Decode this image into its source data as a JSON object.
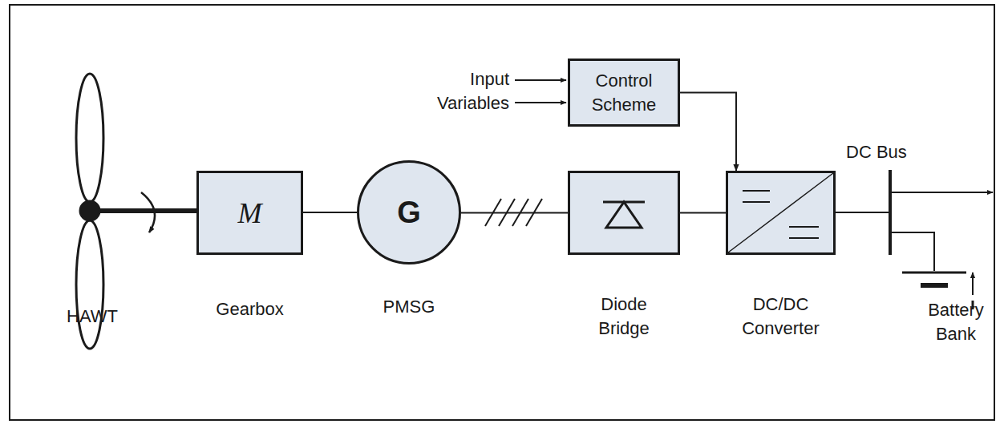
{
  "diagram": {
    "nodes": [
      {
        "text": [
          "Control Scheme"
        ]
      },
      {
        "text": [
          "M",
          "Gearbox"
        ]
      },
      {
        "text": [
          "G",
          "PMSG"
        ]
      },
      {
        "text": [
          "Diode Bridge"
        ]
      },
      {
        "text": [
          "DC/DC Converter"
        ]
      }
    ],
    "edges": [
      {
        "from": 0,
        "to": 4,
        "arrow": "to"
      },
      {
        "from": 1,
        "to": 2,
        "arrow": "none"
      },
      {
        "from": 2,
        "to": 3,
        "arrow": "none"
      },
      {
        "from": 3,
        "to": 4,
        "arrow": "none"
      }
    ],
    "labels": [
      "Input Variables",
      "HAWT",
      "DC Bus",
      "Battery Bank"
    ]
  }
}
